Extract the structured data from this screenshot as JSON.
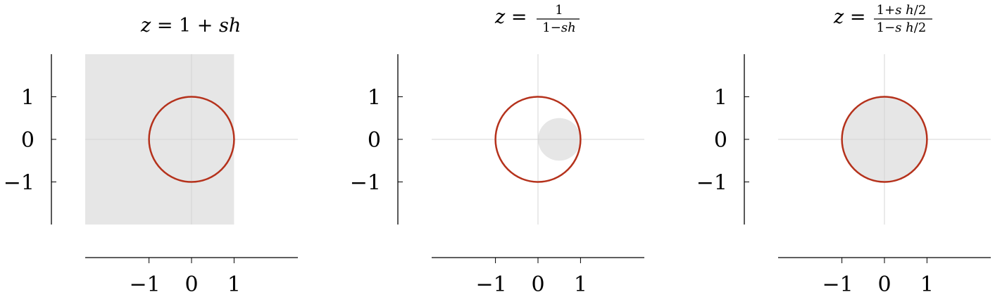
{
  "chart_data": [
    {
      "type": "line",
      "title": "z = 1 + sh",
      "xlim": [
        -2.5,
        2.5
      ],
      "ylim": [
        -2,
        2
      ],
      "x_ticks": [
        {
          "value": -1,
          "label": "−1"
        },
        {
          "value": 0,
          "label": "0"
        },
        {
          "value": 1,
          "label": "1"
        }
      ],
      "y_ticks": [
        {
          "value": -1,
          "label": "−1"
        },
        {
          "value": 0,
          "label": "0"
        },
        {
          "value": 1,
          "label": "1"
        }
      ],
      "grid": true,
      "region": {
        "shape": "rect",
        "x": [
          -2.5,
          1
        ],
        "y": [
          -2,
          2
        ]
      },
      "unit_circle": {
        "center": [
          0,
          0
        ],
        "radius": 1
      }
    },
    {
      "type": "line",
      "title": "z = 1/(1 − sh)",
      "xlim": [
        -2.5,
        2.5
      ],
      "ylim": [
        -2,
        2
      ],
      "x_ticks": [
        {
          "value": -1,
          "label": "−1"
        },
        {
          "value": 0,
          "label": "0"
        },
        {
          "value": 1,
          "label": "1"
        }
      ],
      "y_ticks": [
        {
          "value": -1,
          "label": "−1"
        },
        {
          "value": 0,
          "label": "0"
        },
        {
          "value": 1,
          "label": "1"
        }
      ],
      "grid": true,
      "region": {
        "shape": "disk",
        "center": [
          0.5,
          0
        ],
        "radius": 0.5
      },
      "unit_circle": {
        "center": [
          0,
          0
        ],
        "radius": 1
      }
    },
    {
      "type": "line",
      "title": "z = (1 + s h/2)/(1 − s h/2)",
      "xlim": [
        -2.5,
        2.5
      ],
      "ylim": [
        -2,
        2
      ],
      "x_ticks": [
        {
          "value": -1,
          "label": "−1"
        },
        {
          "value": 0,
          "label": "0"
        },
        {
          "value": 1,
          "label": "1"
        }
      ],
      "y_ticks": [
        {
          "value": -1,
          "label": "−1"
        },
        {
          "value": 0,
          "label": "0"
        },
        {
          "value": 1,
          "label": "1"
        }
      ],
      "grid": true,
      "region": {
        "shape": "disk",
        "center": [
          0,
          0
        ],
        "radius": 1
      },
      "unit_circle": {
        "center": [
          0,
          0
        ],
        "radius": 1
      }
    }
  ],
  "colors": {
    "region_fill": "#e6e6e6",
    "circle_stroke": "#b5321c",
    "grid": "#d4d4d4",
    "axis": "#000000"
  }
}
